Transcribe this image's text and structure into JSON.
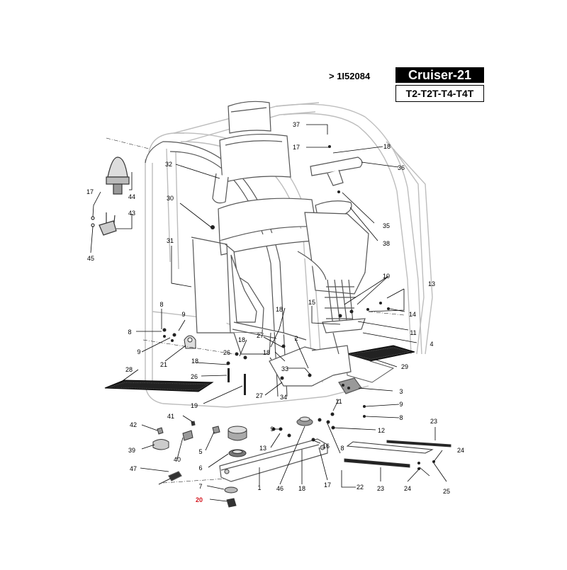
{
  "header": {
    "reference": "> 1I52084",
    "model": "Cruiser-21",
    "variants": "T2-T2T-T4-T4T"
  },
  "colors": {
    "highlight": "#d4141c",
    "line": "#000000",
    "frame": "#cfcfcf"
  },
  "callouts": [
    {
      "id": "c37",
      "label": "37"
    },
    {
      "id": "c17a",
      "label": "17"
    },
    {
      "id": "c18a",
      "label": "18"
    },
    {
      "id": "c36",
      "label": "36"
    },
    {
      "id": "c32",
      "label": "32"
    },
    {
      "id": "c17b",
      "label": "17"
    },
    {
      "id": "c44",
      "label": "44"
    },
    {
      "id": "c43",
      "label": "43"
    },
    {
      "id": "c45",
      "label": "45"
    },
    {
      "id": "c30",
      "label": "30"
    },
    {
      "id": "c35",
      "label": "35"
    },
    {
      "id": "c38",
      "label": "38"
    },
    {
      "id": "c31",
      "label": "31"
    },
    {
      "id": "c10",
      "label": "10"
    },
    {
      "id": "c13a",
      "label": "13"
    },
    {
      "id": "c14",
      "label": "14"
    },
    {
      "id": "c15",
      "label": "15"
    },
    {
      "id": "c11a",
      "label": "11"
    },
    {
      "id": "c4",
      "label": "4"
    },
    {
      "id": "c8a",
      "label": "8"
    },
    {
      "id": "c9a",
      "label": "9"
    },
    {
      "id": "c8b",
      "label": "8"
    },
    {
      "id": "c9b",
      "label": "9"
    },
    {
      "id": "c21",
      "label": "21"
    },
    {
      "id": "c18b",
      "label": "18"
    },
    {
      "id": "c27a",
      "label": "27"
    },
    {
      "id": "c2",
      "label": "2"
    },
    {
      "id": "c18c",
      "label": "18"
    },
    {
      "id": "c26a",
      "label": "26"
    },
    {
      "id": "c18d",
      "label": "18"
    },
    {
      "id": "c29",
      "label": "29"
    },
    {
      "id": "c18e",
      "label": "18"
    },
    {
      "id": "c28",
      "label": "28"
    },
    {
      "id": "c26b",
      "label": "26"
    },
    {
      "id": "c33",
      "label": "33"
    },
    {
      "id": "c27b",
      "label": "27"
    },
    {
      "id": "c34",
      "label": "34"
    },
    {
      "id": "c3",
      "label": "3"
    },
    {
      "id": "c19",
      "label": "19"
    },
    {
      "id": "c11b",
      "label": "11"
    },
    {
      "id": "c9c",
      "label": "9"
    },
    {
      "id": "c8c",
      "label": "8"
    },
    {
      "id": "c41",
      "label": "41"
    },
    {
      "id": "c42",
      "label": "42"
    },
    {
      "id": "c9d",
      "label": "9"
    },
    {
      "id": "c12",
      "label": "12"
    },
    {
      "id": "c23a",
      "label": "23"
    },
    {
      "id": "c39",
      "label": "39"
    },
    {
      "id": "c40",
      "label": "40"
    },
    {
      "id": "c5",
      "label": "5"
    },
    {
      "id": "c13b",
      "label": "13"
    },
    {
      "id": "c16",
      "label": "16"
    },
    {
      "id": "c8d",
      "label": "8"
    },
    {
      "id": "c24a",
      "label": "24"
    },
    {
      "id": "c6",
      "label": "6"
    },
    {
      "id": "c47",
      "label": "47"
    },
    {
      "id": "c7",
      "label": "7"
    },
    {
      "id": "c1",
      "label": "1"
    },
    {
      "id": "c46",
      "label": "46"
    },
    {
      "id": "c18f",
      "label": "18"
    },
    {
      "id": "c17c",
      "label": "17"
    },
    {
      "id": "c22",
      "label": "22"
    },
    {
      "id": "c23b",
      "label": "23"
    },
    {
      "id": "c24b",
      "label": "24"
    },
    {
      "id": "c25",
      "label": "25"
    },
    {
      "id": "c20",
      "label": "20",
      "highlight": true
    }
  ]
}
